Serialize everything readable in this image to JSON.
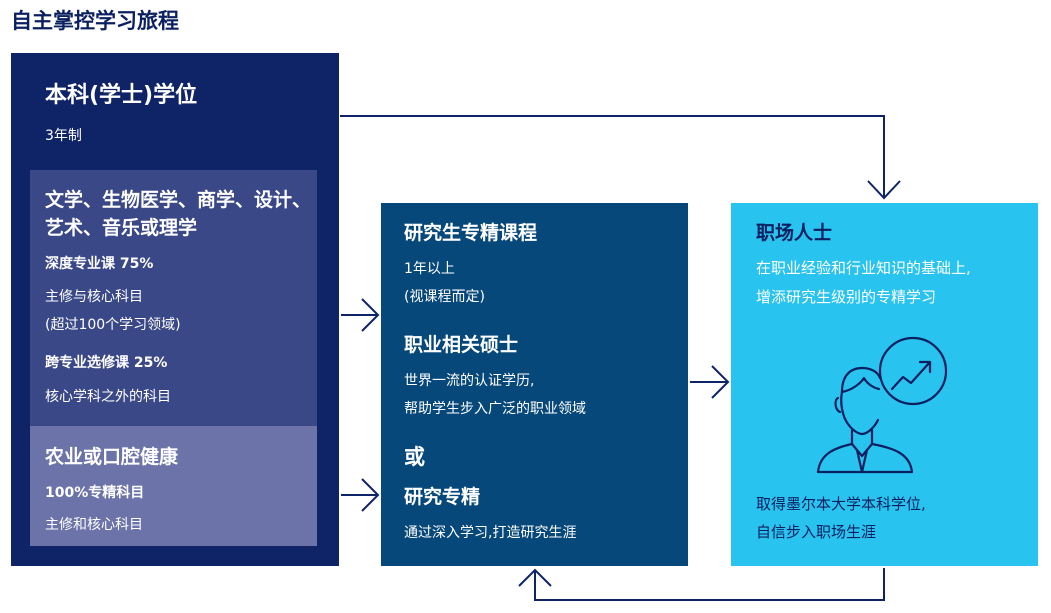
{
  "title": "自主掌控学习旅程",
  "bachelor": {
    "title": "本科(学士)学位",
    "duration": "3年制",
    "arts": {
      "heading_line1": "文学、生物医学、商学、设计、",
      "heading_line2": "艺术、音乐或理学",
      "depth": "深度专业课 75%",
      "depth_desc_line1": "主修与核心科目",
      "depth_desc_line2": "(超过100个学习领域)",
      "breadth": "跨专业选修课 25%",
      "breadth_desc": "核心学科之外的科目"
    },
    "agri": {
      "heading": "农业或口腔健康",
      "specialist": "100%专精科目",
      "desc": "主修和核心科目"
    }
  },
  "graduate": {
    "heading": "研究生专精课程",
    "duration_line1": "1年以上",
    "duration_line2": "(视课程而定)",
    "masters_heading": "职业相关硕士",
    "masters_line1": "世界一流的认证学历,",
    "masters_line2": "帮助学生步入广泛的职业领域",
    "or": "或",
    "research_heading": "研究专精",
    "research_line": "通过深入学习,打造研究生涯"
  },
  "career": {
    "heading": "职场人士",
    "line1": "在职业经验和行业知识的基础上,",
    "line2": "增添研究生级别的专精学习",
    "bottom_line1": "取得墨尔本大学本科学位,",
    "bottom_line2": "自信步入职场生涯",
    "icon": "person-growth-icon"
  },
  "colors": {
    "title": "#0b2060",
    "degree_bg": "#0f2466",
    "arts_bg": "#3a4887",
    "agri_bg": "#6b73a8",
    "grad_bg": "#07487a",
    "career_bg": "#29c3ef",
    "arrow": "#0f2466"
  }
}
